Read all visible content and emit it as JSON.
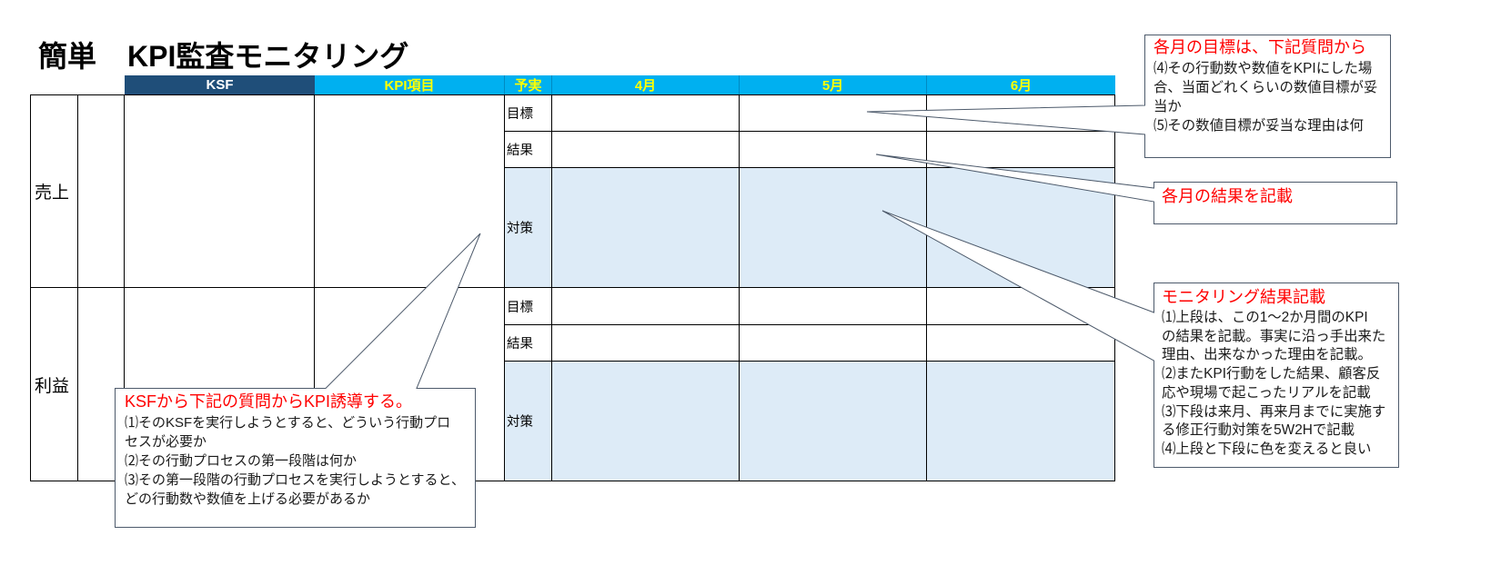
{
  "title": {
    "prefix": "簡単",
    "main": "KPI監査モニタリング"
  },
  "table": {
    "header": {
      "ksf": "KSF",
      "kpi_item": "KPI項目",
      "plan_actual": "予実",
      "months": [
        "4月",
        "5月",
        "6月"
      ]
    },
    "groups": [
      {
        "label": "売上",
        "rows": [
          "目標",
          "結果",
          "対策"
        ]
      },
      {
        "label": "利益",
        "rows": [
          "目標",
          "結果",
          "対策"
        ]
      }
    ]
  },
  "callouts": {
    "monthly_target": {
      "title": "各月の目標は、下記質問から",
      "lines": [
        "⑷その行動数や数値をKPIにした場",
        "合、当面どれくらいの数値目標が妥",
        "当か",
        "⑸その数値目標が妥当な理由は何"
      ]
    },
    "monthly_result": {
      "title": "各月の結果を記載"
    },
    "monitoring_result": {
      "title": "モニタリング結果記載",
      "lines": [
        "⑴上段は、この1～2か月間のKPI",
        "の結果を記載。事実に沿っ手出来た",
        "理由、出来なかった理由を記載。",
        "⑵またKPI行動をした結果、顧客反",
        "応や現場で起こったリアルを記載",
        "⑶下段は来月、再来月までに実施す",
        "る修正行動対策を5W2Hで記載",
        "⑷上段と下段に色を変えると良い"
      ]
    },
    "ksf_to_kpi": {
      "title": "KSFから下記の質問からKPI誘導する。",
      "lines": [
        "⑴そのKSFを実行しようとすると、どういう行動プロ",
        "セスが必要か",
        "⑵その行動プロセスの第一段階は何か",
        "⑶その第一段階の行動プロセスを実行しようとすると、",
        "どの行動数や数値を上げる必要があるか"
      ]
    }
  },
  "colors": {
    "ksf_header_bg": "#1f4e79",
    "ksf_header_text": "#ffffff",
    "header_bg": "#00b0f0",
    "header_text": "#ffff00",
    "countermeasure_bg": "#ddebf7",
    "callout_title": "#ff0000",
    "callout_border": "#4d5a6b"
  }
}
